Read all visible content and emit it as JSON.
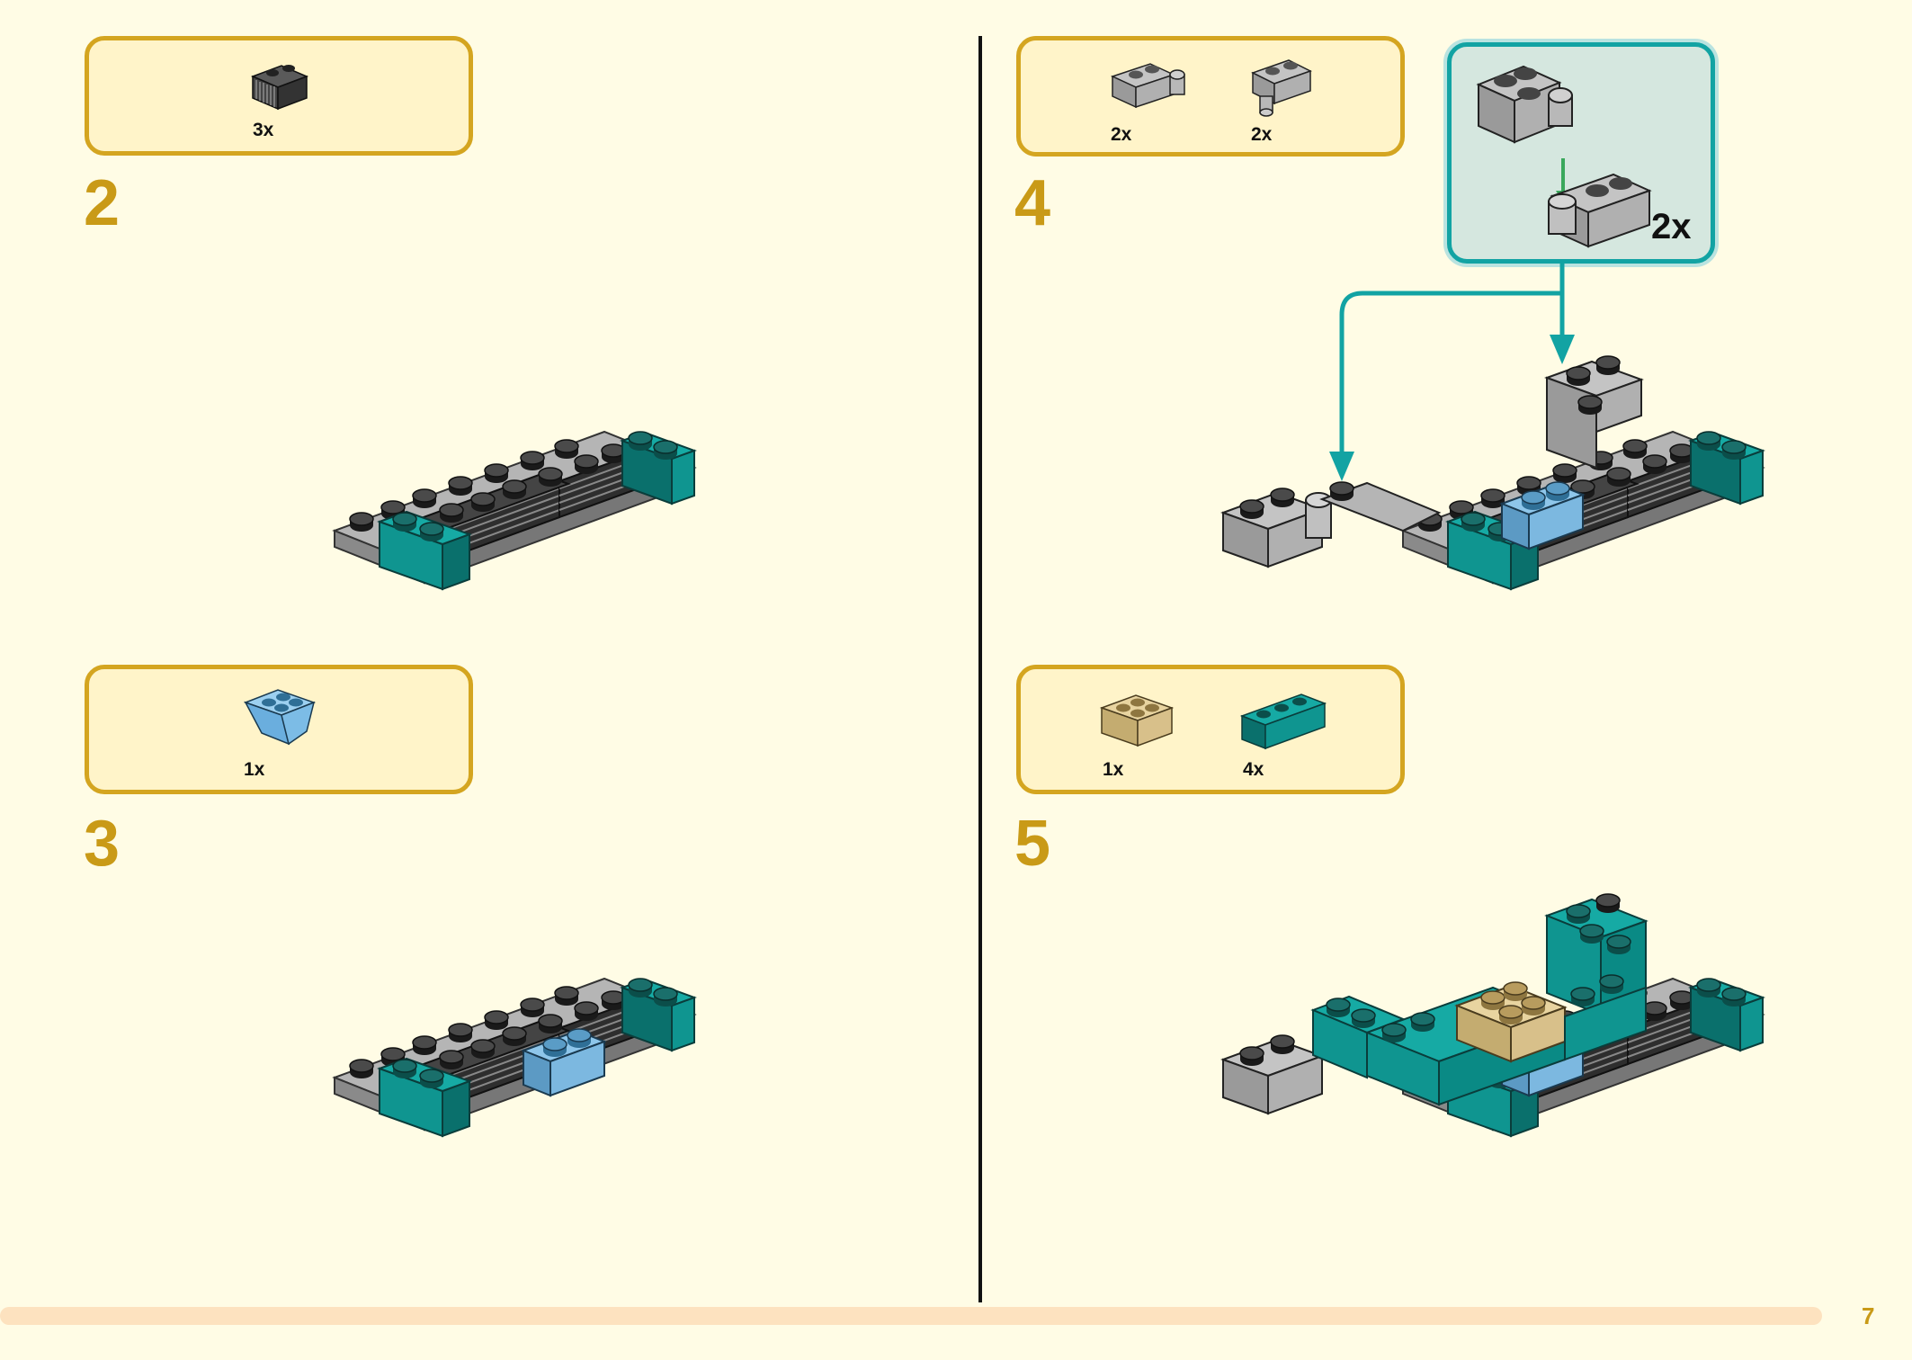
{
  "page": {
    "number": "7"
  },
  "steps": [
    {
      "number": "2",
      "parts": [
        {
          "qty": "3x"
        }
      ]
    },
    {
      "number": "3",
      "parts": [
        {
          "qty": "1x"
        }
      ]
    },
    {
      "number": "4",
      "parts": [
        {
          "qty": "2x"
        },
        {
          "qty": "2x"
        }
      ],
      "sub_assembly": {
        "qty": "2x"
      }
    },
    {
      "number": "5",
      "parts": [
        {
          "qty": "1x"
        },
        {
          "qty": "4x"
        }
      ]
    }
  ],
  "colors": {
    "accent": "#d4a520",
    "step_number": "#c99a17",
    "teal": "#138f8a",
    "light_gray": "#b0b0b0",
    "dark_gray": "#3c3c3c",
    "light_blue": "#7cb8e0",
    "tan": "#dcc48c",
    "callout_border": "#12a3a3",
    "arrow_green": "#3aa85c"
  }
}
